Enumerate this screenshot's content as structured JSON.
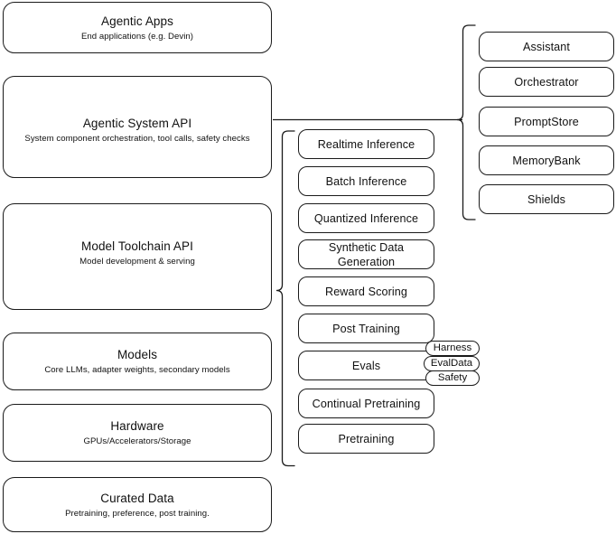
{
  "diagram": {
    "layers": [
      {
        "name": "agentic-apps",
        "title": "Agentic Apps",
        "subtitle": "End applications (e.g. Devin)"
      },
      {
        "name": "agentic-system-api",
        "title": "Agentic System API",
        "subtitle": "System component orchestration, tool calls, safety checks"
      },
      {
        "name": "model-toolchain-api",
        "title": "Model Toolchain API",
        "subtitle": "Model development & serving"
      },
      {
        "name": "models",
        "title": "Models",
        "subtitle": "Core LLMs, adapter weights, secondary models"
      },
      {
        "name": "hardware",
        "title": "Hardware",
        "subtitle": "GPUs/Accelerators/Storage"
      },
      {
        "name": "curated-data",
        "title": "Curated Data",
        "subtitle": "Pretraining, preference, post training."
      }
    ],
    "toolchain_components": [
      {
        "name": "realtime-inference",
        "label": "Realtime Inference"
      },
      {
        "name": "batch-inference",
        "label": "Batch Inference"
      },
      {
        "name": "quantized-inference",
        "label": "Quantized Inference"
      },
      {
        "name": "synthetic-data-generation",
        "label": "Synthetic Data Generation"
      },
      {
        "name": "reward-scoring",
        "label": "Reward Scoring"
      },
      {
        "name": "post-training",
        "label": "Post Training"
      },
      {
        "name": "evals",
        "label": "Evals"
      },
      {
        "name": "continual-pretraining",
        "label": "Continual Pretraining"
      },
      {
        "name": "pretraining",
        "label": "Pretraining"
      }
    ],
    "evals_subcomponents": [
      {
        "name": "harness",
        "label": "Harness"
      },
      {
        "name": "evaldata",
        "label": "EvalData"
      },
      {
        "name": "safety",
        "label": "Safety"
      }
    ],
    "system_components": [
      {
        "name": "assistant",
        "label": "Assistant"
      },
      {
        "name": "orchestrator",
        "label": "Orchestrator"
      },
      {
        "name": "promptstore",
        "label": "PromptStore"
      },
      {
        "name": "memorybank",
        "label": "MemoryBank"
      },
      {
        "name": "shields",
        "label": "Shields"
      }
    ],
    "colors": {
      "stroke": "#1a1a1a",
      "background": "#ffffff",
      "text": "#111111"
    }
  }
}
